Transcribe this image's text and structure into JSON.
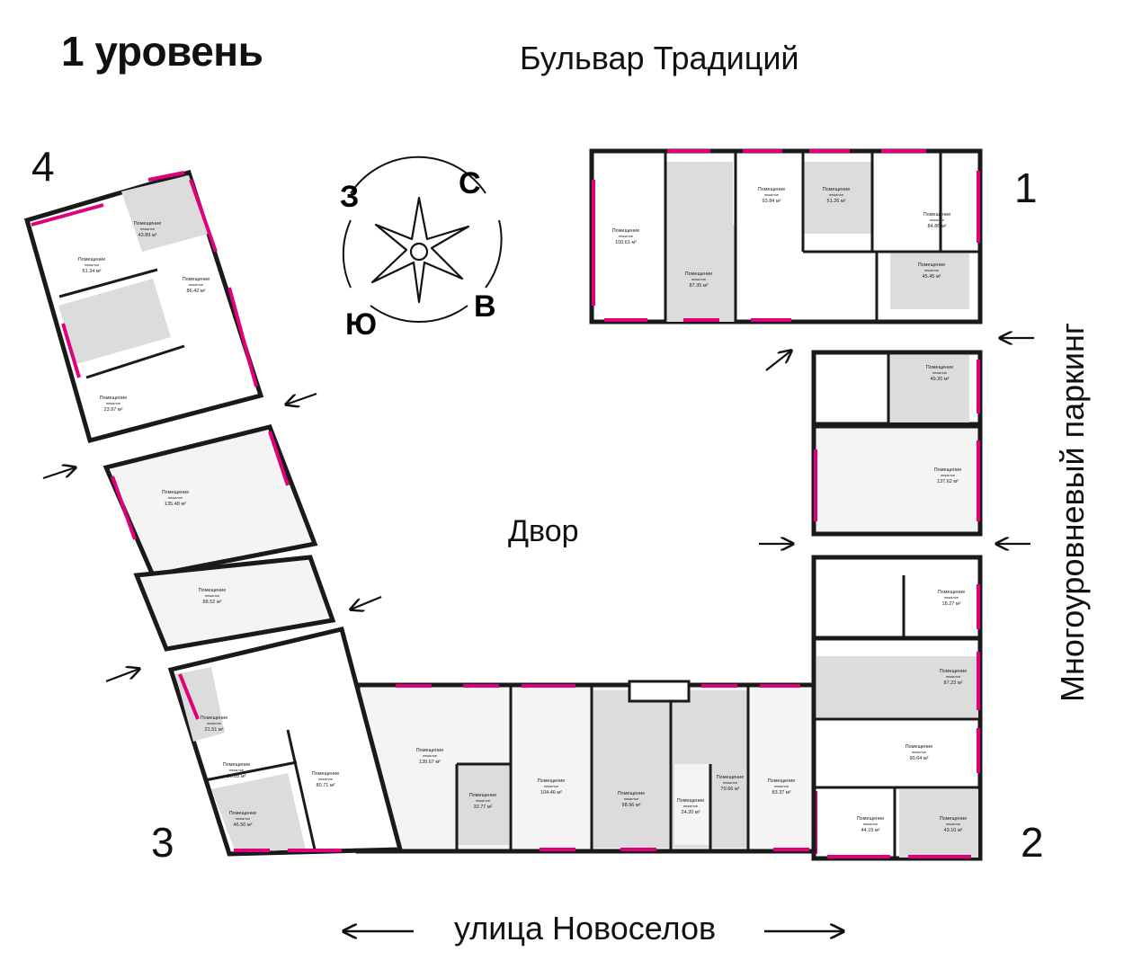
{
  "title": "1 уровень",
  "streets": {
    "top": "Бульвар Традиций",
    "bottom": "улица Новоселов",
    "right": "Многоуровневый паркинг"
  },
  "yard_label": "Двор",
  "compass": {
    "north": "С",
    "west": "З",
    "east": "В",
    "south": "Ю"
  },
  "sections": [
    "1",
    "2",
    "3",
    "4"
  ],
  "room_caption": "Помещение",
  "room_subcaption": "нежилое",
  "rooms": [
    {
      "area": "100.61 м²",
      "shaded": false
    },
    {
      "area": "87.35 м²",
      "shaded": true
    },
    {
      "area": "93.84 м²",
      "shaded": false
    },
    {
      "area": "51.26 м²",
      "shaded": true
    },
    {
      "area": "84.86 м²",
      "shaded": false
    },
    {
      "area": "45.45 м²",
      "shaded": true
    },
    {
      "area": "49.20 м²",
      "shaded": true
    },
    {
      "area": "137.62 м²",
      "shaded": false
    },
    {
      "area": "18.27 м²",
      "shaded": false
    },
    {
      "area": "87.23 м²",
      "shaded": true
    },
    {
      "area": "90.64 м²",
      "shaded": false
    },
    {
      "area": "44.15 м²",
      "shaded": false
    },
    {
      "area": "43.10 м²",
      "shaded": true
    },
    {
      "area": "139.67 м²",
      "shaded": false
    },
    {
      "area": "33.77 м²",
      "shaded": true
    },
    {
      "area": "104.46 м²",
      "shaded": false
    },
    {
      "area": "98.96 м²",
      "shaded": true
    },
    {
      "area": "24.20 м²",
      "shaded": false
    },
    {
      "area": "70.66 м²",
      "shaded": true
    },
    {
      "area": "83.37 м²",
      "shaded": false
    },
    {
      "area": "80.71 м²",
      "shaded": false
    },
    {
      "area": "46.56 м²",
      "shaded": true
    },
    {
      "area": "29.05 м²",
      "shaded": false
    },
    {
      "area": "21.51 м²",
      "shaded": true
    },
    {
      "area": "88.52 м²",
      "shaded": false
    },
    {
      "area": "135.48 м²",
      "shaded": false
    },
    {
      "area": "23.97 м²",
      "shaded": false
    },
    {
      "area": "86.42 м²",
      "shaded": true
    },
    {
      "area": "51.34 м²",
      "shaded": false
    },
    {
      "area": "43.89 м²",
      "shaded": true
    }
  ],
  "colors": {
    "wall": "#1a1a1a",
    "window": "#e0007a",
    "shade": "#dcdcdc",
    "light": "#f1f1f1"
  }
}
